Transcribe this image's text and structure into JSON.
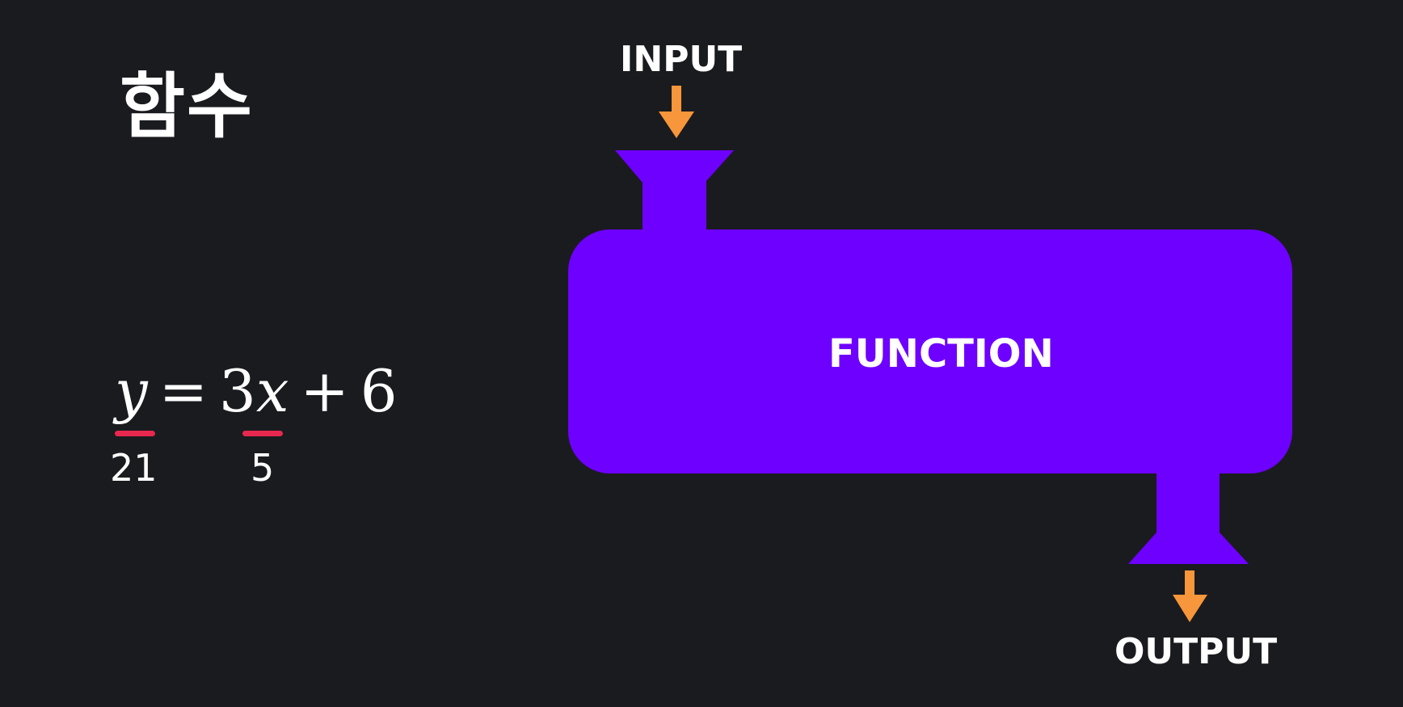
{
  "title": "함수",
  "equation": {
    "lhs": "y",
    "equals": "=",
    "coefficient": "3",
    "variable": "x",
    "plus": "+",
    "constant": "6"
  },
  "values": {
    "y_value": "21",
    "x_value": "5"
  },
  "diagram": {
    "input_label": "INPUT",
    "function_label": "FUNCTION",
    "output_label": "OUTPUT"
  },
  "colors": {
    "background": "#1a1b1f",
    "machine": "#6e00ff",
    "arrow": "#f7963a",
    "underline": "#e8284f",
    "text": "#ffffff"
  }
}
